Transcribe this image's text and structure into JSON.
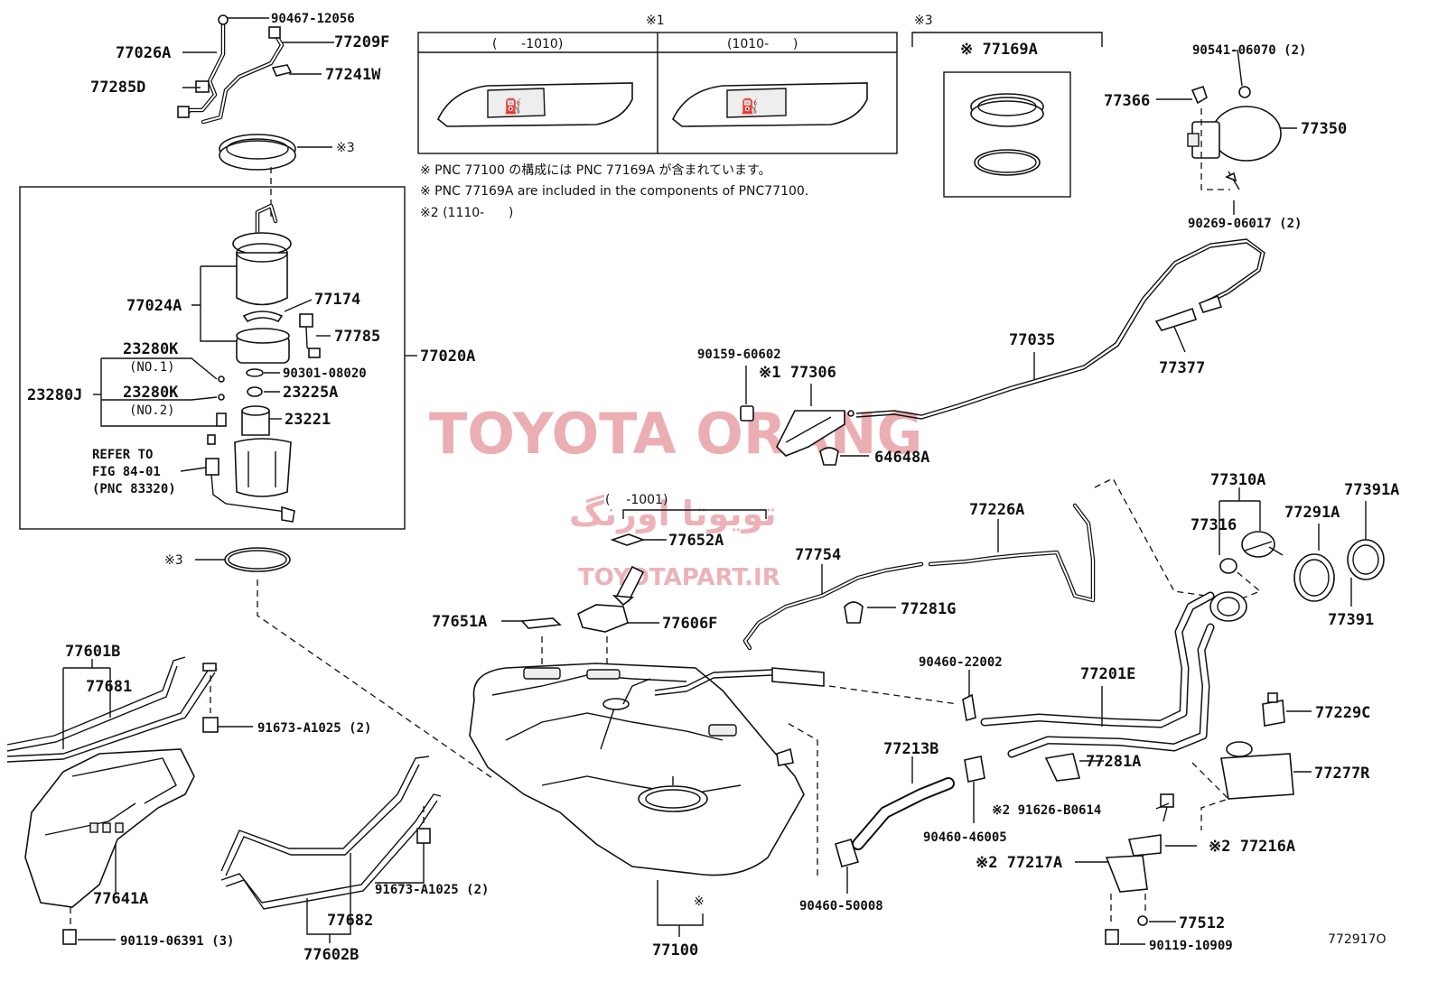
{
  "labels": {
    "p90467": "90467-12056",
    "p77026A": "77026A",
    "p77209F": "77209F",
    "p77285D": "77285D",
    "p77241W": "77241W",
    "ring3_top": "※3",
    "p77024A": "77024A",
    "p77174": "77174",
    "p77785": "77785",
    "p77020A": "77020A",
    "p23280K_1": "23280K",
    "no1": "(NO.1)",
    "p90301": "90301-08020",
    "p23280J": "23280J",
    "p23280K_2": "23280K",
    "p23225A": "23225A",
    "no2": "(NO.2)",
    "p23221": "23221",
    "refer1": "REFER TO",
    "refer2": "FIG 84-01",
    "refer3": "(PNC 83320)",
    "ring3_mid": "※3",
    "star1": "※1",
    "range1": "(      -1010)",
    "range2": "(1010-      )",
    "note1": "※ PNC 77100 の構成には PNC 77169A が含まれています。",
    "note2": "※ PNC 77169A are included in the components of PNC77100.",
    "note3": "※2 (1110-      )",
    "star3": "※3",
    "p77169A": "※ 77169A",
    "p90541": "90541-06070 (2)",
    "p77366": "77366",
    "p77350": "77350",
    "p90269": "90269-06017 (2)",
    "p77035": "77035",
    "p77377": "77377",
    "p90159": "90159-60602",
    "p77306": "※1 77306",
    "p64648A": "64648A",
    "range3": "(    -1001)",
    "p77652A": "77652A",
    "p77226A": "77226A",
    "p77754": "77754",
    "p77310A": "77310A",
    "p77316": "77316",
    "p77291A": "77291A",
    "p77391A": "77391A",
    "p77391": "77391",
    "p77651A": "77651A",
    "p77606F": "77606F",
    "p77281G": "77281G",
    "p90460_22002": "90460-22002",
    "p77201E": "77201E",
    "p77229C": "77229C",
    "p77601B": "77601B",
    "p77681": "77681",
    "p91673_1": "91673-A1025 (2)",
    "p77213B": "77213B",
    "p77281A": "77281A",
    "p77277R": "77277R",
    "p91626": "※2 91626-B0614",
    "p90460_46005": "90460-46005",
    "p77216A": "※2 77216A",
    "p77217A": "※2 77217A",
    "p77641A": "77641A",
    "p91673_2": "91673-A1025 (2)",
    "p90460_50008": "90460-50008",
    "star_tank": "※",
    "p77512": "77512",
    "p77682": "77682",
    "p90119_06391": "90119-06391 (3)",
    "p77100": "77100",
    "p90119_10909": "90119-10909",
    "p77602B": "77602B",
    "figno": "772917O"
  },
  "watermark": {
    "main": "TOYOTA ORANG",
    "farsi": "تویوتا اورنگ",
    "site": "TOYOTAPART.IR"
  },
  "colors": {
    "watermark": "#e8a0a6",
    "ink": "#111111"
  },
  "icons": {
    "fuel_gauge_a": "fuel-pump-icon",
    "fuel_gauge_b": "fuel-pump-icon"
  }
}
